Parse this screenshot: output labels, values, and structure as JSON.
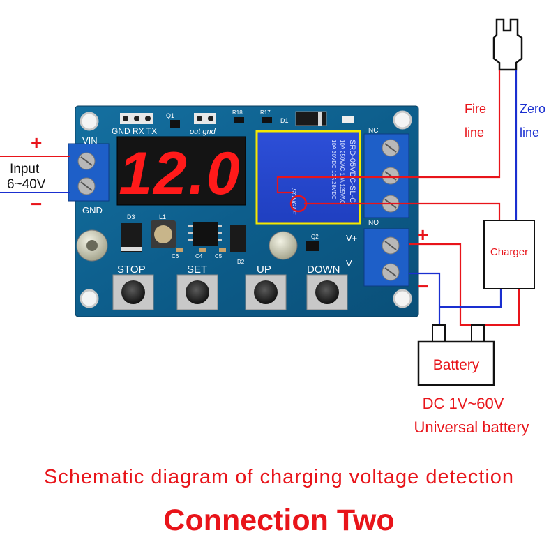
{
  "display": {
    "reading": "12.0"
  },
  "board": {
    "header_pins": "GND RX TX",
    "out_gnd": "out gnd",
    "q1": "Q1",
    "r18": "R18",
    "r17": "R17",
    "d1": "D1",
    "nc": "NC",
    "no": "NO",
    "vin": "VIN",
    "gnd": "GND",
    "d3": "D3",
    "l1": "L1",
    "c6": "C6",
    "c4": "C4",
    "c5": "C5",
    "d2": "D2",
    "q2": "Q2",
    "vplus": "V+",
    "vminus": "V-",
    "relay_lines": [
      "SRD-05VDC-SL-C",
      "10A 250VAC  10A 125VAC",
      "10A 30VDC  10A 28VDC",
      "SONGLE"
    ],
    "buttons": [
      "STOP",
      "SET",
      "UP",
      "DOWN"
    ]
  },
  "input": {
    "plus": "+",
    "label": "Input",
    "range": "6~40V",
    "minus": "−"
  },
  "output": {
    "plus": "+",
    "minus": "−"
  },
  "mains": {
    "fire_1": "Fire",
    "fire_2": "line",
    "zero_1": "Zero",
    "zero_2": "line"
  },
  "charger": {
    "label": "Charger"
  },
  "battery": {
    "label": "Battery",
    "spec": "DC 1V~60V",
    "desc": "Universal battery"
  },
  "caption": {
    "line1": "Schematic diagram of charging voltage detection",
    "line2": "Connection Two"
  },
  "colors": {
    "red_wire": "#e8141a",
    "blue_wire": "#1a2fd0",
    "pcb": "#0e5f8c",
    "text_red": "#e8141a"
  }
}
